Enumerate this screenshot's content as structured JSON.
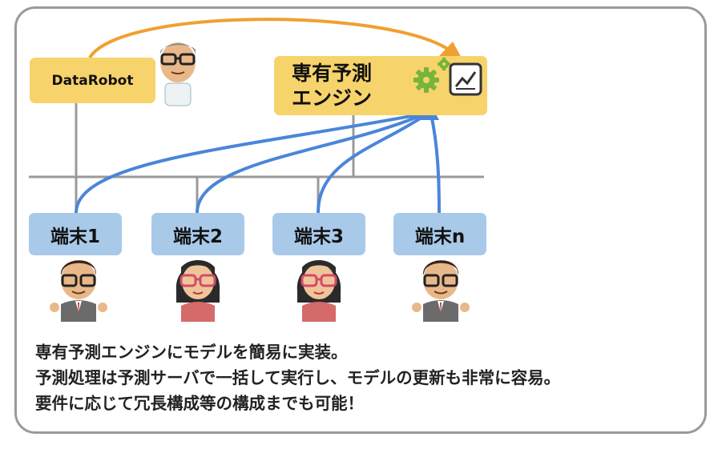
{
  "boxes": {
    "datarobot": "DataRobot",
    "engine_line1": "専有予測",
    "engine_line2": "エンジン",
    "terminals": [
      "端末1",
      "端末2",
      "端末3",
      "端末n"
    ]
  },
  "caption": {
    "line1": "専有予測エンジンにモデルを簡易に実装。",
    "line2": "予測処理は予測サーバで一括して実行し、モデルの更新も非常に容易。",
    "line3": "要件に応じて冗長構成等の構成までも可能！"
  },
  "colors": {
    "box_yellow": "#f6d36b",
    "box_blue": "#a9c9e9",
    "arrow_orange": "#f0a030",
    "arrow_blue": "#4a86d8",
    "gear_green": "#77b53a",
    "frame_gray": "#9a9a9a"
  },
  "icons": [
    "gear-icon",
    "chart-icon",
    "person-icon"
  ]
}
